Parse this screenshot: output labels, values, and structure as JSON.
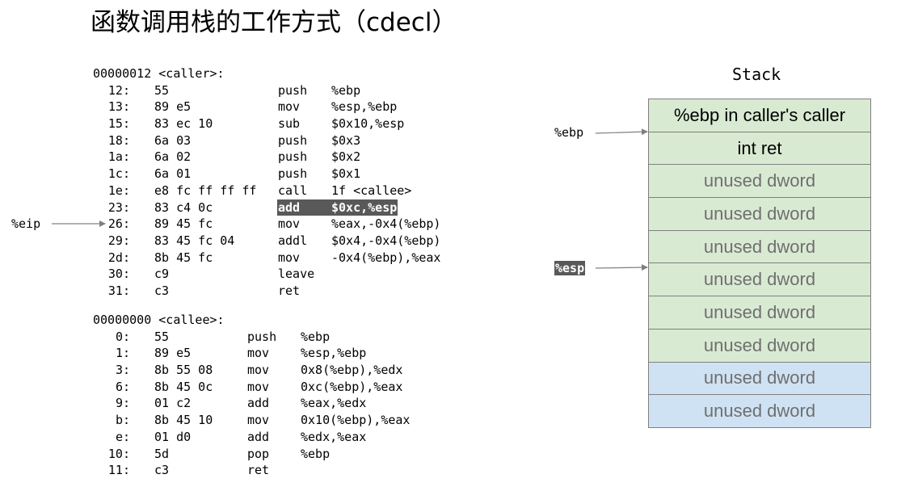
{
  "title": "函数调用栈的工作方式（cdecl）",
  "caller": {
    "header": "00000012 <caller>:",
    "lines": [
      {
        "addr": "12:",
        "bytes": "55",
        "mnem": "push",
        "ops": "%ebp"
      },
      {
        "addr": "13:",
        "bytes": "89 e5",
        "mnem": "mov",
        "ops": "%esp,%ebp"
      },
      {
        "addr": "15:",
        "bytes": "83 ec 10",
        "mnem": "sub",
        "ops": "$0x10,%esp"
      },
      {
        "addr": "18:",
        "bytes": "6a 03",
        "mnem": "push",
        "ops": "$0x3"
      },
      {
        "addr": "1a:",
        "bytes": "6a 02",
        "mnem": "push",
        "ops": "$0x2"
      },
      {
        "addr": "1c:",
        "bytes": "6a 01",
        "mnem": "push",
        "ops": "$0x1"
      },
      {
        "addr": "1e:",
        "bytes": "e8 fc ff ff ff",
        "mnem": "call",
        "ops": "1f <callee>"
      },
      {
        "addr": "23:",
        "bytes": "83 c4 0c",
        "mnem": "add",
        "ops": "$0xc,%esp",
        "highlight": true
      },
      {
        "addr": "26:",
        "bytes": "89 45 fc",
        "mnem": "mov",
        "ops": "%eax,-0x4(%ebp)"
      },
      {
        "addr": "29:",
        "bytes": "83 45 fc 04",
        "mnem": "addl",
        "ops": "$0x4,-0x4(%ebp)"
      },
      {
        "addr": "2d:",
        "bytes": "8b 45 fc",
        "mnem": "mov",
        "ops": "-0x4(%ebp),%eax"
      },
      {
        "addr": "30:",
        "bytes": "c9",
        "mnem": "leave",
        "ops": ""
      },
      {
        "addr": "31:",
        "bytes": "c3",
        "mnem": "ret",
        "ops": ""
      }
    ]
  },
  "callee": {
    "header": "00000000 <callee>:",
    "lines": [
      {
        "addr": "0:",
        "bytes": "55",
        "mnem": "push",
        "ops": "%ebp"
      },
      {
        "addr": "1:",
        "bytes": "89 e5",
        "mnem": "mov",
        "ops": "%esp,%ebp"
      },
      {
        "addr": "3:",
        "bytes": "8b 55 08",
        "mnem": "mov",
        "ops": "0x8(%ebp),%edx"
      },
      {
        "addr": "6:",
        "bytes": "8b 45 0c",
        "mnem": "mov",
        "ops": "0xc(%ebp),%eax"
      },
      {
        "addr": "9:",
        "bytes": "01 c2",
        "mnem": "add",
        "ops": "%eax,%edx"
      },
      {
        "addr": "b:",
        "bytes": "8b 45 10",
        "mnem": "mov",
        "ops": "0x10(%ebp),%eax"
      },
      {
        "addr": "e:",
        "bytes": "01 d0",
        "mnem": "add",
        "ops": "%edx,%eax"
      },
      {
        "addr": "10:",
        "bytes": "5d",
        "mnem": "pop",
        "ops": "%ebp"
      },
      {
        "addr": "11:",
        "bytes": "c3",
        "mnem": "ret",
        "ops": ""
      }
    ]
  },
  "pointers": {
    "eip": {
      "label": "%eip",
      "line_index": 8
    },
    "ebp": {
      "label": "%ebp",
      "cell_index": 1
    },
    "esp": {
      "label": "%esp",
      "cell_index": 5
    }
  },
  "stack": {
    "title": "Stack",
    "cells": [
      {
        "label": "%ebp in caller's caller",
        "color": "#d9ead3",
        "muted": false
      },
      {
        "label": "int ret",
        "color": "#d9ead3",
        "muted": false
      },
      {
        "label": "unused dword",
        "color": "#d9ead3",
        "muted": true
      },
      {
        "label": "unused dword",
        "color": "#d9ead3",
        "muted": true
      },
      {
        "label": "unused dword",
        "color": "#d9ead3",
        "muted": true
      },
      {
        "label": "unused dword",
        "color": "#d9ead3",
        "muted": true
      },
      {
        "label": "unused dword",
        "color": "#d9ead3",
        "muted": true
      },
      {
        "label": "unused dword",
        "color": "#d9ead3",
        "muted": true
      },
      {
        "label": "unused dword",
        "color": "#cfe2f3",
        "muted": true
      },
      {
        "label": "unused dword",
        "color": "#cfe2f3",
        "muted": true
      }
    ]
  },
  "colors": {
    "highlight_bg": "#595959",
    "arrow": "#808080"
  }
}
